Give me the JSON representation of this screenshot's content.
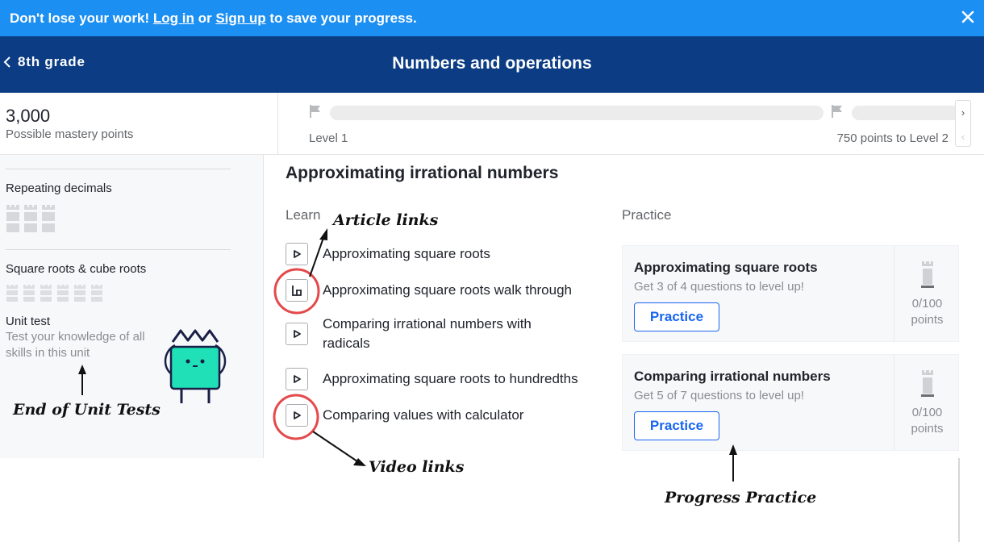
{
  "banner": {
    "text_before": "Don't lose your work!",
    "login": "Log in",
    "or": "or",
    "signup": "Sign up",
    "text_after": "to save your progress.",
    "close_icon": "close-icon"
  },
  "header": {
    "back_label": "8th grade",
    "title": "Numbers and operations"
  },
  "mastery": {
    "points": "3,000",
    "points_label": "Possible mastery points",
    "level_label": "Level 1",
    "next_level_label": "750 points to Level 2",
    "progress_fraction": 0
  },
  "sidebar": {
    "items": [
      {
        "title": "Repeating decimals"
      },
      {
        "title": "Square roots & cube roots"
      }
    ],
    "unit_test": {
      "title": "Unit test",
      "subtitle": "Test your knowledge of all skills in this unit"
    }
  },
  "main": {
    "section_title": "Approximating irrational numbers",
    "learn_label": "Learn",
    "practice_label": "Practice",
    "learn_items": [
      {
        "type": "video",
        "label": "Approximating square roots"
      },
      {
        "type": "article",
        "label": "Approximating square roots walk through"
      },
      {
        "type": "video",
        "label": "Comparing irrational numbers with radicals"
      },
      {
        "type": "video",
        "label": "Approximating square roots to hundredths"
      },
      {
        "type": "video",
        "label": "Comparing values with calculator"
      }
    ],
    "practice_items": [
      {
        "title": "Approximating square roots",
        "subtitle": "Get 3 of 4 questions to level up!",
        "button": "Practice",
        "score": "0/100",
        "score_unit": "points"
      },
      {
        "title": "Comparing irrational numbers",
        "subtitle": "Get 5 of 7 questions to level up!",
        "button": "Practice",
        "score": "0/100",
        "score_unit": "points"
      }
    ]
  },
  "annotations": {
    "article_links": "Article links",
    "video_links": "Video links",
    "end_of_unit_tests": "End of Unit Tests",
    "progress_practice": "Progress Practice"
  },
  "colors": {
    "banner": "#1c8ff2",
    "header": "#0b3c84",
    "accent": "#1865f2",
    "mascot": "#1fe0b6",
    "annotation_circle": "#e4494b"
  }
}
